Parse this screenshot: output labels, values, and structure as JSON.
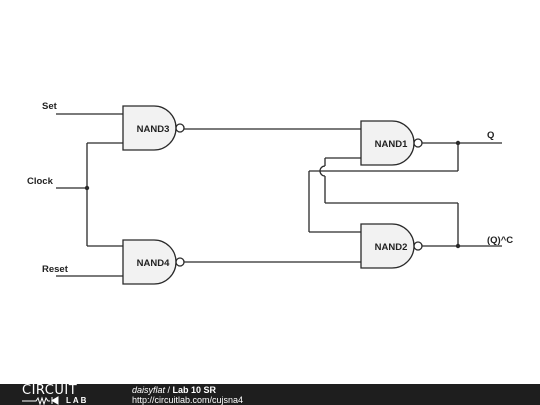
{
  "inputs": {
    "set": "Set",
    "clock": "Clock",
    "reset": "Reset"
  },
  "outputs": {
    "q": "Q",
    "q_complement": "(Q)^C"
  },
  "gates": {
    "nand1": "NAND1",
    "nand2": "NAND2",
    "nand3": "NAND3",
    "nand4": "NAND4"
  },
  "footer": {
    "logo_top": "CIRCUIT",
    "logo_bottom": "LAB",
    "author": "daisyflat",
    "separator": " / ",
    "title": "Lab 10 SR",
    "url": "http://circuitlab.com/cujsna4"
  },
  "colors": {
    "wire": "#2a2a2a",
    "gate_fill": "#f2f2f2",
    "footer_bg": "#1e1e1e"
  }
}
